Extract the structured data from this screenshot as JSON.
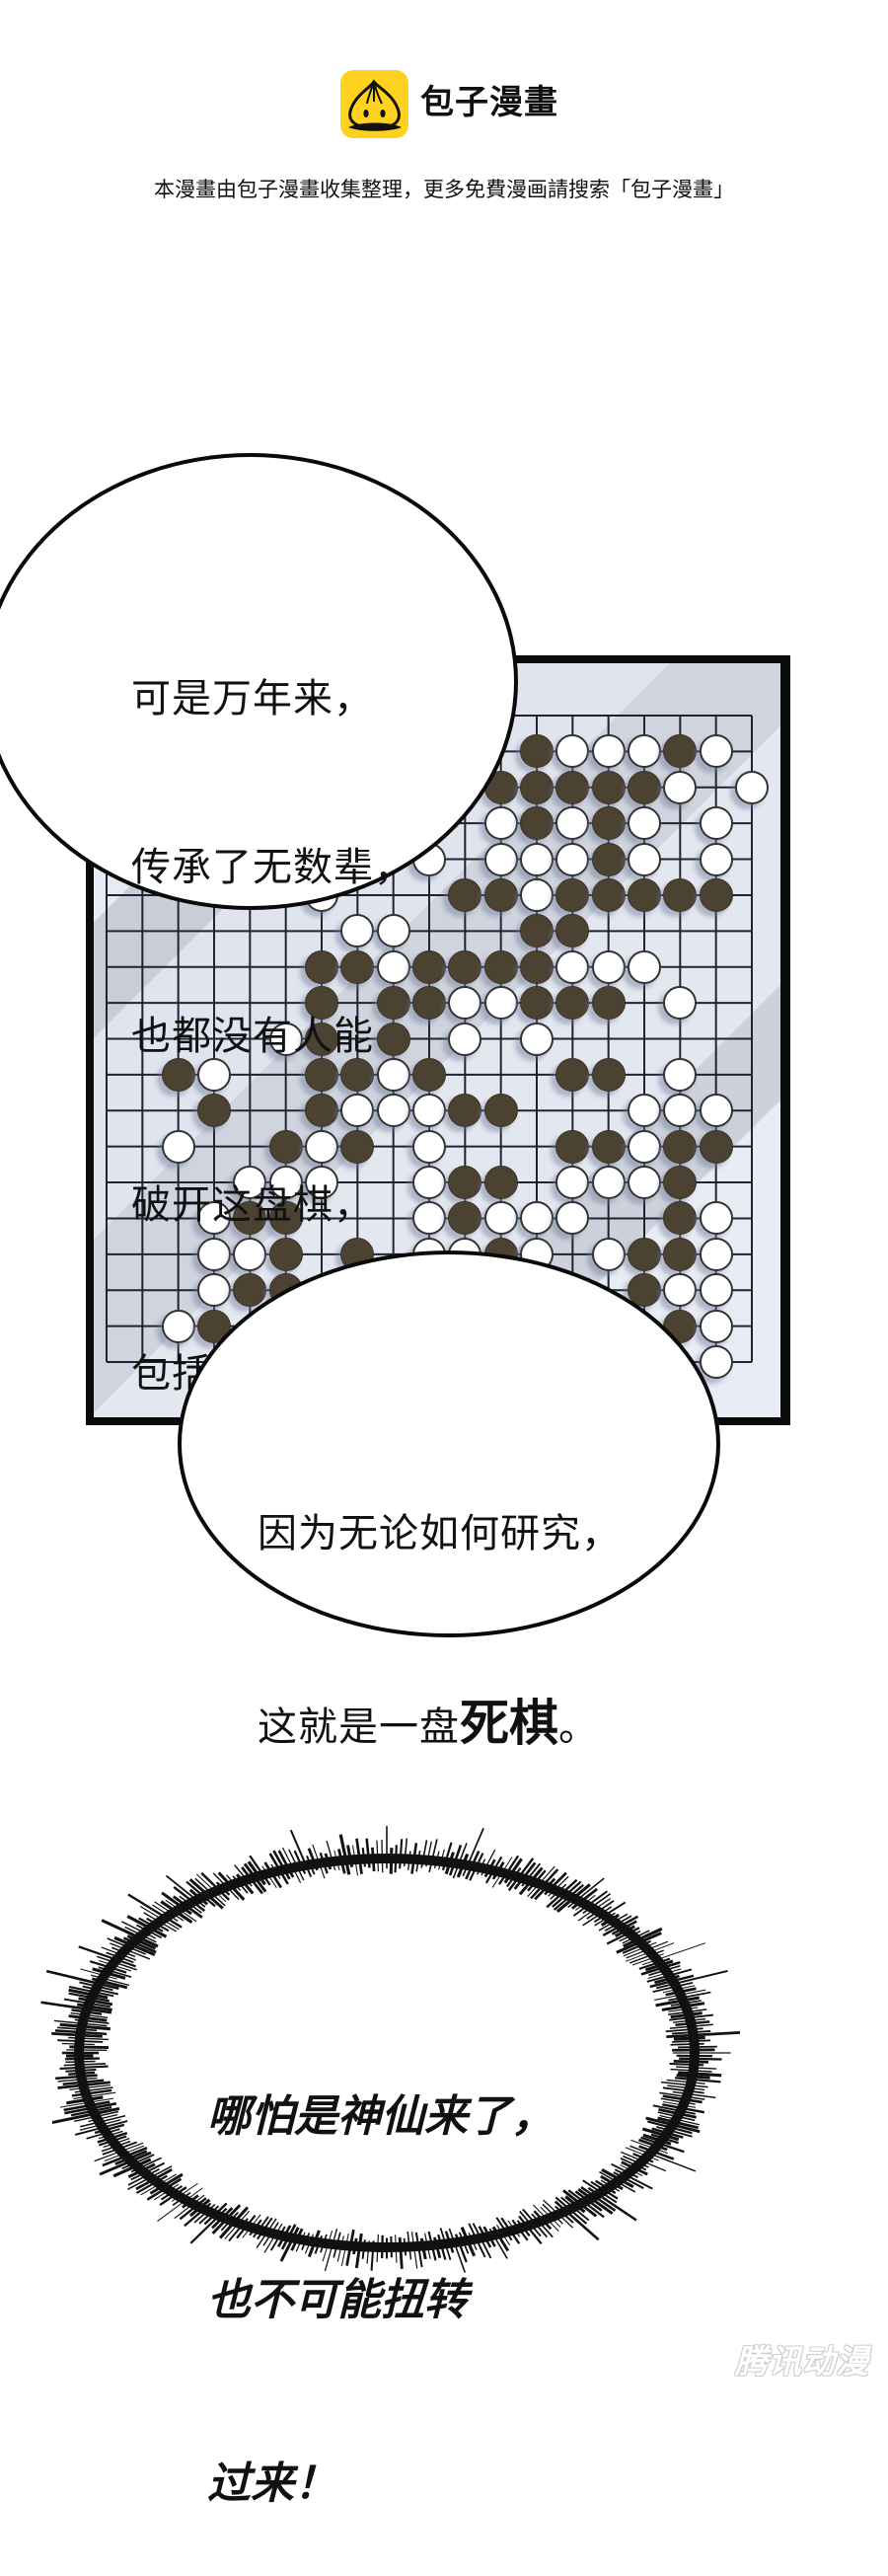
{
  "header": {
    "brand_name": "包子漫畫",
    "logo_icon": "bun-mascot-icon",
    "source_note": "本漫畫由包子漫畫收集整理，更多免費漫画請搜索「包子漫畫」"
  },
  "colors": {
    "logo_yellow": "#ffd21f",
    "black_stone": "#4b4232",
    "white_stone": "#ffffff",
    "board_bg": "#dfe4ee",
    "frame": "#0a0a0a"
  },
  "board": {
    "columns": 19,
    "rows": 19,
    "stones": [
      {
        "c": 12,
        "r": 1,
        "color": "black"
      },
      {
        "c": 13,
        "r": 1,
        "color": "white"
      },
      {
        "c": 14,
        "r": 1,
        "color": "white"
      },
      {
        "c": 15,
        "r": 1,
        "color": "white"
      },
      {
        "c": 16,
        "r": 1,
        "color": "black"
      },
      {
        "c": 17,
        "r": 1,
        "color": "white"
      },
      {
        "c": 11,
        "r": 2,
        "color": "black"
      },
      {
        "c": 12,
        "r": 2,
        "color": "black"
      },
      {
        "c": 13,
        "r": 2,
        "color": "black"
      },
      {
        "c": 14,
        "r": 2,
        "color": "black"
      },
      {
        "c": 15,
        "r": 2,
        "color": "black"
      },
      {
        "c": 16,
        "r": 2,
        "color": "white"
      },
      {
        "c": 18,
        "r": 2,
        "color": "white"
      },
      {
        "c": 11,
        "r": 3,
        "color": "white"
      },
      {
        "c": 12,
        "r": 3,
        "color": "black"
      },
      {
        "c": 13,
        "r": 3,
        "color": "white"
      },
      {
        "c": 14,
        "r": 3,
        "color": "black"
      },
      {
        "c": 15,
        "r": 3,
        "color": "white"
      },
      {
        "c": 17,
        "r": 3,
        "color": "white"
      },
      {
        "c": 9,
        "r": 4,
        "color": "white"
      },
      {
        "c": 11,
        "r": 4,
        "color": "white"
      },
      {
        "c": 12,
        "r": 4,
        "color": "white"
      },
      {
        "c": 13,
        "r": 4,
        "color": "white"
      },
      {
        "c": 14,
        "r": 4,
        "color": "black"
      },
      {
        "c": 15,
        "r": 4,
        "color": "white"
      },
      {
        "c": 17,
        "r": 4,
        "color": "white"
      },
      {
        "c": 6,
        "r": 5,
        "color": "white"
      },
      {
        "c": 10,
        "r": 5,
        "color": "black"
      },
      {
        "c": 11,
        "r": 5,
        "color": "black"
      },
      {
        "c": 12,
        "r": 5,
        "color": "white"
      },
      {
        "c": 13,
        "r": 5,
        "color": "black"
      },
      {
        "c": 14,
        "r": 5,
        "color": "black"
      },
      {
        "c": 15,
        "r": 5,
        "color": "black"
      },
      {
        "c": 16,
        "r": 5,
        "color": "black"
      },
      {
        "c": 17,
        "r": 5,
        "color": "black"
      },
      {
        "c": 7,
        "r": 6,
        "color": "white"
      },
      {
        "c": 8,
        "r": 6,
        "color": "white"
      },
      {
        "c": 12,
        "r": 6,
        "color": "black"
      },
      {
        "c": 13,
        "r": 6,
        "color": "black"
      },
      {
        "c": 6,
        "r": 7,
        "color": "black"
      },
      {
        "c": 7,
        "r": 7,
        "color": "black"
      },
      {
        "c": 8,
        "r": 7,
        "color": "white"
      },
      {
        "c": 9,
        "r": 7,
        "color": "black"
      },
      {
        "c": 10,
        "r": 7,
        "color": "black"
      },
      {
        "c": 11,
        "r": 7,
        "color": "black"
      },
      {
        "c": 12,
        "r": 7,
        "color": "black"
      },
      {
        "c": 13,
        "r": 7,
        "color": "white"
      },
      {
        "c": 14,
        "r": 7,
        "color": "white"
      },
      {
        "c": 15,
        "r": 7,
        "color": "white"
      },
      {
        "c": 6,
        "r": 8,
        "color": "black"
      },
      {
        "c": 8,
        "r": 8,
        "color": "black"
      },
      {
        "c": 9,
        "r": 8,
        "color": "black"
      },
      {
        "c": 10,
        "r": 8,
        "color": "white"
      },
      {
        "c": 11,
        "r": 8,
        "color": "white"
      },
      {
        "c": 12,
        "r": 8,
        "color": "black"
      },
      {
        "c": 13,
        "r": 8,
        "color": "black"
      },
      {
        "c": 14,
        "r": 8,
        "color": "black"
      },
      {
        "c": 16,
        "r": 8,
        "color": "white"
      },
      {
        "c": 5,
        "r": 9,
        "color": "white"
      },
      {
        "c": 6,
        "r": 9,
        "color": "black"
      },
      {
        "c": 8,
        "r": 9,
        "color": "black"
      },
      {
        "c": 10,
        "r": 9,
        "color": "white"
      },
      {
        "c": 12,
        "r": 9,
        "color": "white"
      },
      {
        "c": 2,
        "r": 10,
        "color": "black"
      },
      {
        "c": 3,
        "r": 10,
        "color": "white"
      },
      {
        "c": 6,
        "r": 10,
        "color": "black"
      },
      {
        "c": 7,
        "r": 10,
        "color": "black"
      },
      {
        "c": 8,
        "r": 10,
        "color": "white"
      },
      {
        "c": 9,
        "r": 10,
        "color": "black"
      },
      {
        "c": 13,
        "r": 10,
        "color": "black"
      },
      {
        "c": 14,
        "r": 10,
        "color": "black"
      },
      {
        "c": 16,
        "r": 10,
        "color": "white"
      },
      {
        "c": 3,
        "r": 11,
        "color": "black"
      },
      {
        "c": 6,
        "r": 11,
        "color": "black"
      },
      {
        "c": 7,
        "r": 11,
        "color": "white"
      },
      {
        "c": 8,
        "r": 11,
        "color": "white"
      },
      {
        "c": 9,
        "r": 11,
        "color": "white"
      },
      {
        "c": 10,
        "r": 11,
        "color": "black"
      },
      {
        "c": 11,
        "r": 11,
        "color": "black"
      },
      {
        "c": 15,
        "r": 11,
        "color": "white"
      },
      {
        "c": 16,
        "r": 11,
        "color": "white"
      },
      {
        "c": 17,
        "r": 11,
        "color": "white"
      },
      {
        "c": 2,
        "r": 12,
        "color": "white"
      },
      {
        "c": 5,
        "r": 12,
        "color": "black"
      },
      {
        "c": 6,
        "r": 12,
        "color": "white"
      },
      {
        "c": 7,
        "r": 12,
        "color": "black"
      },
      {
        "c": 9,
        "r": 12,
        "color": "white"
      },
      {
        "c": 13,
        "r": 12,
        "color": "black"
      },
      {
        "c": 14,
        "r": 12,
        "color": "black"
      },
      {
        "c": 15,
        "r": 12,
        "color": "white"
      },
      {
        "c": 16,
        "r": 12,
        "color": "black"
      },
      {
        "c": 17,
        "r": 12,
        "color": "black"
      },
      {
        "c": 4,
        "r": 13,
        "color": "white"
      },
      {
        "c": 5,
        "r": 13,
        "color": "white"
      },
      {
        "c": 6,
        "r": 13,
        "color": "white"
      },
      {
        "c": 9,
        "r": 13,
        "color": "white"
      },
      {
        "c": 10,
        "r": 13,
        "color": "black"
      },
      {
        "c": 11,
        "r": 13,
        "color": "black"
      },
      {
        "c": 13,
        "r": 13,
        "color": "white"
      },
      {
        "c": 14,
        "r": 13,
        "color": "white"
      },
      {
        "c": 15,
        "r": 13,
        "color": "white"
      },
      {
        "c": 16,
        "r": 13,
        "color": "black"
      },
      {
        "c": 3,
        "r": 14,
        "color": "white"
      },
      {
        "c": 4,
        "r": 14,
        "color": "black"
      },
      {
        "c": 5,
        "r": 14,
        "color": "black"
      },
      {
        "c": 9,
        "r": 14,
        "color": "white"
      },
      {
        "c": 10,
        "r": 14,
        "color": "black"
      },
      {
        "c": 11,
        "r": 14,
        "color": "white"
      },
      {
        "c": 12,
        "r": 14,
        "color": "white"
      },
      {
        "c": 13,
        "r": 14,
        "color": "white"
      },
      {
        "c": 16,
        "r": 14,
        "color": "black"
      },
      {
        "c": 17,
        "r": 14,
        "color": "white"
      },
      {
        "c": 3,
        "r": 15,
        "color": "white"
      },
      {
        "c": 4,
        "r": 15,
        "color": "white"
      },
      {
        "c": 5,
        "r": 15,
        "color": "black"
      },
      {
        "c": 7,
        "r": 15,
        "color": "black"
      },
      {
        "c": 9,
        "r": 15,
        "color": "white"
      },
      {
        "c": 10,
        "r": 15,
        "color": "white"
      },
      {
        "c": 11,
        "r": 15,
        "color": "black"
      },
      {
        "c": 12,
        "r": 15,
        "color": "white"
      },
      {
        "c": 14,
        "r": 15,
        "color": "white"
      },
      {
        "c": 15,
        "r": 15,
        "color": "black"
      },
      {
        "c": 16,
        "r": 15,
        "color": "black"
      },
      {
        "c": 17,
        "r": 15,
        "color": "white"
      },
      {
        "c": 3,
        "r": 16,
        "color": "white"
      },
      {
        "c": 4,
        "r": 16,
        "color": "black"
      },
      {
        "c": 5,
        "r": 16,
        "color": "black"
      },
      {
        "c": 15,
        "r": 16,
        "color": "black"
      },
      {
        "c": 16,
        "r": 16,
        "color": "white"
      },
      {
        "c": 17,
        "r": 16,
        "color": "white"
      },
      {
        "c": 2,
        "r": 17,
        "color": "white"
      },
      {
        "c": 3,
        "r": 17,
        "color": "black"
      },
      {
        "c": 16,
        "r": 17,
        "color": "black"
      },
      {
        "c": 17,
        "r": 17,
        "color": "white"
      },
      {
        "c": 17,
        "r": 18,
        "color": "white"
      }
    ]
  },
  "bubbles": {
    "first": {
      "lines": [
        "可是万年来，",
        "传承了无数辈，",
        "也都没有人能",
        "破开这盘棋，",
        "包括我自己。"
      ]
    },
    "second": {
      "line1": "因为无论如何研究，",
      "line2_prefix": "这就是一盘",
      "line2_emphasis": "死棋",
      "line2_suffix": "。"
    },
    "shout": {
      "lines": [
        "哪怕是神仙来了，",
        "也不可能扭转",
        "过来！"
      ]
    }
  },
  "watermark": {
    "text": "腾讯动漫"
  }
}
